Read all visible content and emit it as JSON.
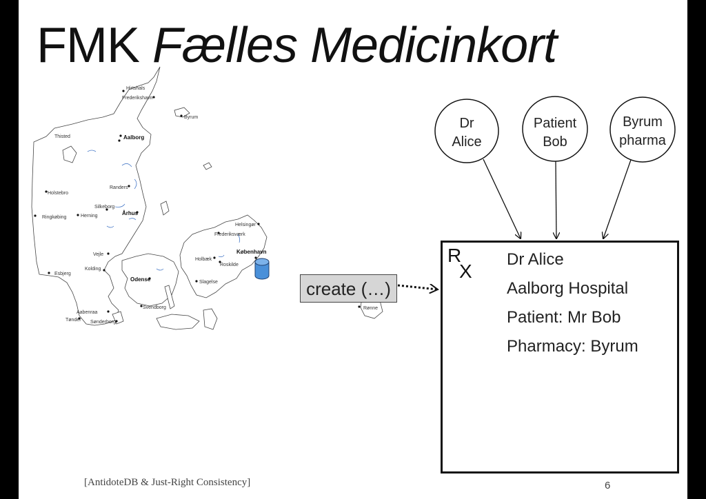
{
  "title": {
    "main": "FMK",
    "italic": "Fælles Medicinkort"
  },
  "nodes": [
    {
      "line1": "Dr",
      "line2": "Alice"
    },
    {
      "line1": "Patient",
      "line2": "Bob"
    },
    {
      "line1": "Byrum",
      "line2": "pharma"
    }
  ],
  "create_label": "create (…)",
  "rx": {
    "symbol_r": "R",
    "symbol_x": "X",
    "lines": [
      "Dr Alice",
      "Aalborg Hospital",
      "Patient: Mr Bob",
      "Pharmacy: Byrum"
    ]
  },
  "map": {
    "cities": [
      "Hirtshals",
      "Frederikshavn",
      "Byrum",
      "Thisted",
      "Aalborg",
      "Randers",
      "Holstebro",
      "Silkeborg",
      "Århus",
      "Herning",
      "Ringkøbing",
      "Helsingør",
      "Frederiksværk",
      "København",
      "Vejle",
      "Holbæk",
      "Roskilde",
      "Kolding",
      "Odense",
      "Esbjerg",
      "Slagelse",
      "Svendborg",
      "Aabenraa",
      "Tønder",
      "Sønderborg",
      "Rønne"
    ]
  },
  "footer": "[AntidoteDB & Just-Right Consistency]",
  "page_number": "6",
  "colors": {
    "database": "#4a90d9",
    "create_fill": "#d6d6d6",
    "water": "#4a7bc8"
  }
}
